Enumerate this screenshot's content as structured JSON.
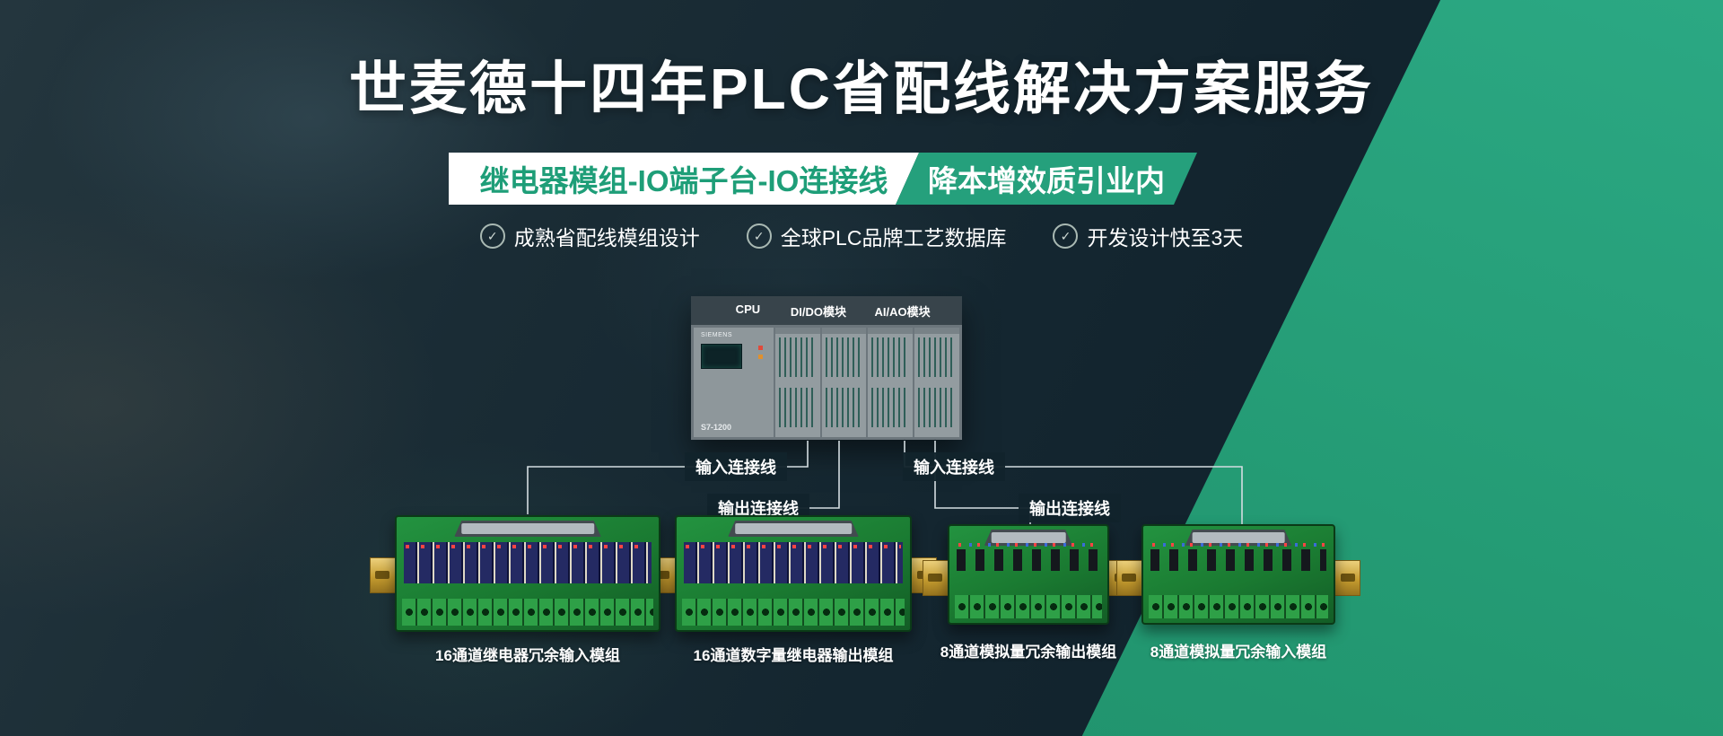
{
  "banner": {
    "title": "世麦德十四年PLC省配线解决方案服务",
    "ribbon": {
      "left": "继电器模组-IO端子台-IO连接线",
      "right": "降本增效质引业内"
    },
    "features": [
      {
        "label": "成熟省配线模组设计"
      },
      {
        "label": "全球PLC品牌工艺数据库"
      },
      {
        "label": "开发设计快至3天"
      }
    ],
    "check_glyph": "✓"
  },
  "plc": {
    "labels": {
      "cpu": "CPU",
      "dido": "DI/DO模块",
      "aiao": "AI/AO模块"
    },
    "brand": "SIEMENS",
    "model": "S7-1200"
  },
  "connections": {
    "left_input": "输入连接线",
    "left_output": "输出连接线",
    "right_input": "输入连接线",
    "right_output": "输出连接线"
  },
  "modules": [
    {
      "caption": "16通道继电器冗余输入模组",
      "channels": 16
    },
    {
      "caption": "16通道数字量继电器输出模组",
      "channels": 16
    },
    {
      "caption": "8通道模拟量冗余输出模组",
      "channels": 8
    },
    {
      "caption": "8通道模拟量冗余输入模组",
      "channels": 8
    }
  ],
  "colors": {
    "accent_green": "#25A07C",
    "background_dark": "#13252F",
    "pcb_green": "#1A7A31",
    "rail_gold": "#C59C30",
    "ribbon_text_green": "#1E9E78"
  }
}
